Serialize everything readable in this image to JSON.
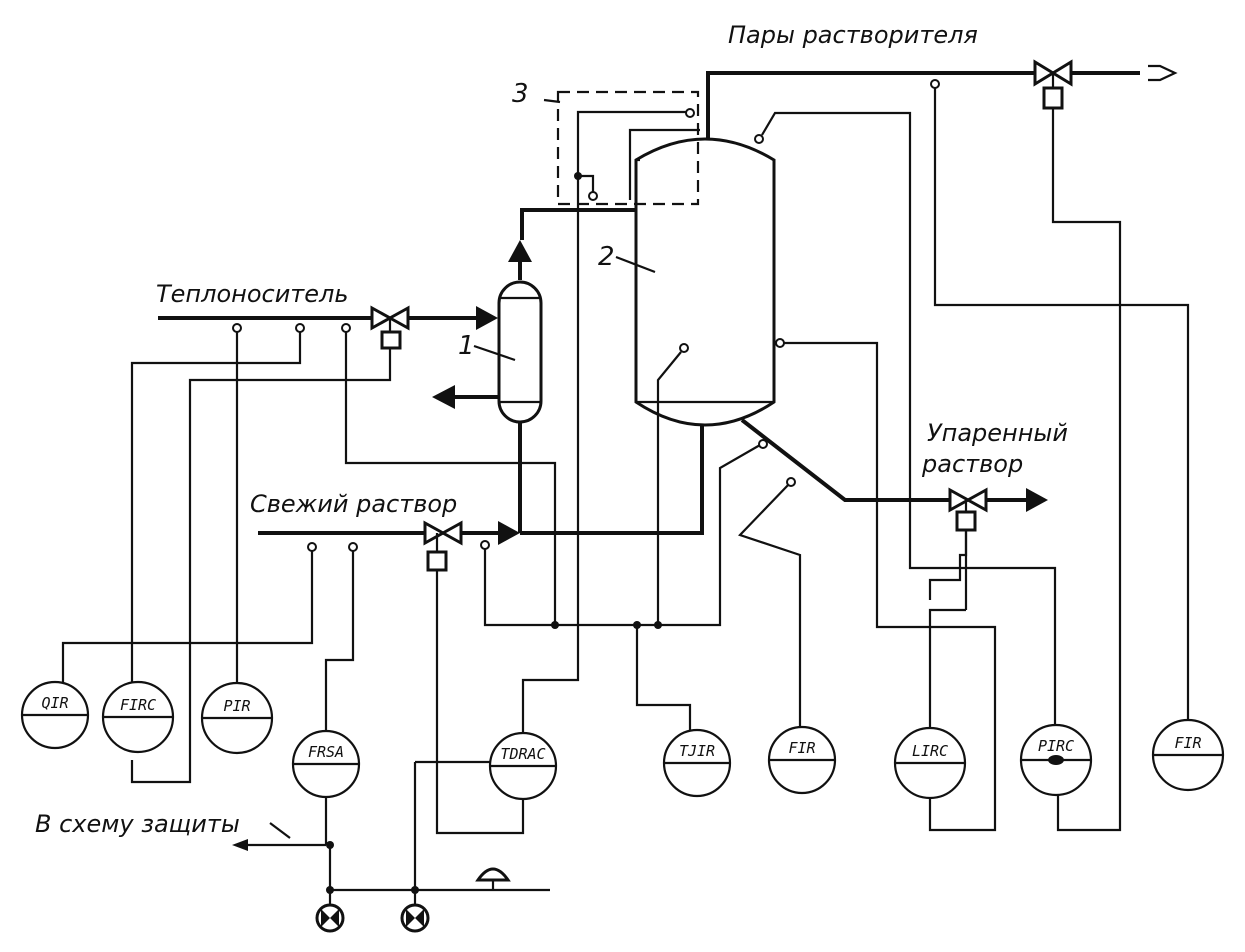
{
  "labels": {
    "solvent_vapors": "Пары растворителя",
    "heat_carrier": "Теплоноситель",
    "fresh_solution": "Свежий раствор",
    "evaporated_line1": "Упаренный",
    "evaporated_line2": "раствор",
    "protection_scheme": "В схему защиты"
  },
  "equipment_numbers": {
    "heater": "1",
    "evaporator": "2",
    "block": "3"
  },
  "instruments": {
    "qir": "QIR",
    "firc": "FIRC",
    "pir": "PIR",
    "frsa": "FRSA",
    "tdrac": "TDRAC",
    "tjir": "TJIR",
    "fir_mid": "FIR",
    "lirc": "LIRC",
    "pirc": "PIRC",
    "fir_right": "FIR"
  }
}
